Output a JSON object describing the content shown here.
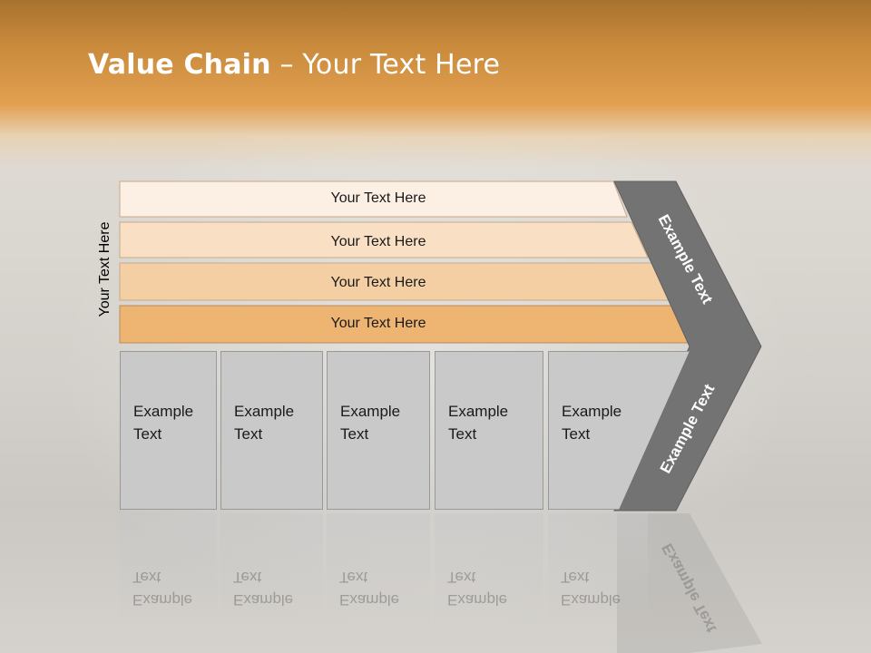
{
  "slide": {
    "title_bold": "Value Chain",
    "title_rest": " – Your Text Here",
    "side_label": "Your Text Here"
  },
  "rows": [
    {
      "label": "Your Text Here",
      "color": "#fcf0e4"
    },
    {
      "label": "Your Text Here",
      "color": "#f9dfc4"
    },
    {
      "label": "Your Text Here",
      "color": "#f4cfa3"
    },
    {
      "label": "Your Text Here",
      "color": "#edb472"
    }
  ],
  "boxes": [
    {
      "text": "Example\nText"
    },
    {
      "text": "Example\nText"
    },
    {
      "text": "Example\nText"
    },
    {
      "text": "Example\nText"
    },
    {
      "text": "Example\nText"
    }
  ],
  "chevron": {
    "upper_text": "Example Text",
    "lower_text": "Example Text",
    "color": "#737373"
  }
}
